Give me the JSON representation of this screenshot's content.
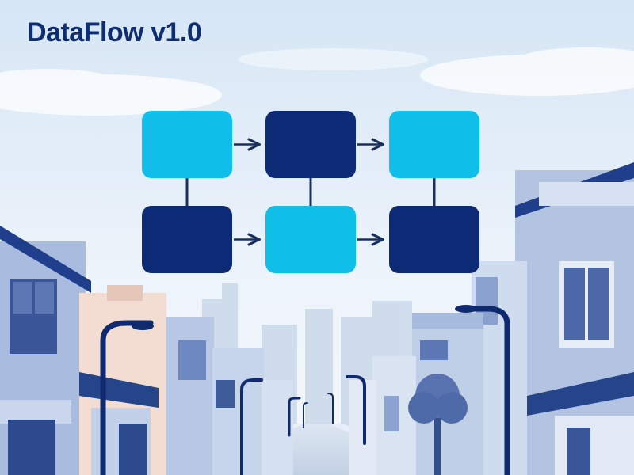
{
  "app": {
    "title": "DataFlow v1.0"
  },
  "colors": {
    "node_light": "#0fbfea",
    "node_dark": "#0c2a75",
    "connector": "#1b2f5e",
    "title": "#0f2e72"
  },
  "diagram": {
    "nodes": [
      {
        "id": "n1",
        "row": 0,
        "col": 0,
        "tone": "light"
      },
      {
        "id": "n2",
        "row": 0,
        "col": 1,
        "tone": "dark"
      },
      {
        "id": "n3",
        "row": 0,
        "col": 2,
        "tone": "light"
      },
      {
        "id": "n4",
        "row": 1,
        "col": 0,
        "tone": "dark"
      },
      {
        "id": "n5",
        "row": 1,
        "col": 1,
        "tone": "light"
      },
      {
        "id": "n6",
        "row": 1,
        "col": 2,
        "tone": "dark"
      }
    ],
    "arrows": [
      {
        "from": "n1",
        "to": "n2"
      },
      {
        "from": "n2",
        "to": "n3"
      },
      {
        "from": "n4",
        "to": "n5"
      },
      {
        "from": "n5",
        "to": "n6"
      }
    ],
    "links": [
      {
        "from": "n1",
        "to": "n4"
      },
      {
        "from": "n2",
        "to": "n5"
      },
      {
        "from": "n3",
        "to": "n6"
      }
    ]
  }
}
